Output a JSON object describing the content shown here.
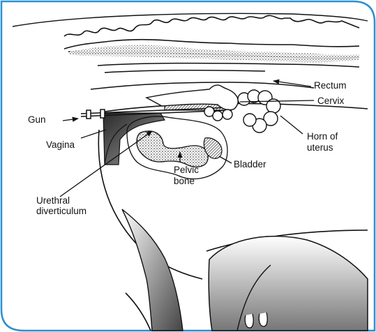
{
  "labels": {
    "gun": "Gun",
    "vagina": "Vagina",
    "urethral_1": "Urethral",
    "urethral_2": "diverticulum",
    "pelvic_1": "Pelvic",
    "pelvic_2": "bone",
    "bladder": "Bladder",
    "rectum": "Rectum",
    "cervix": "Cervix",
    "horn_1": "Horn of",
    "horn_2": "uterus"
  },
  "colors": {
    "frame": "#2a8fd0",
    "ink": "#111111",
    "shade": "#555555"
  }
}
